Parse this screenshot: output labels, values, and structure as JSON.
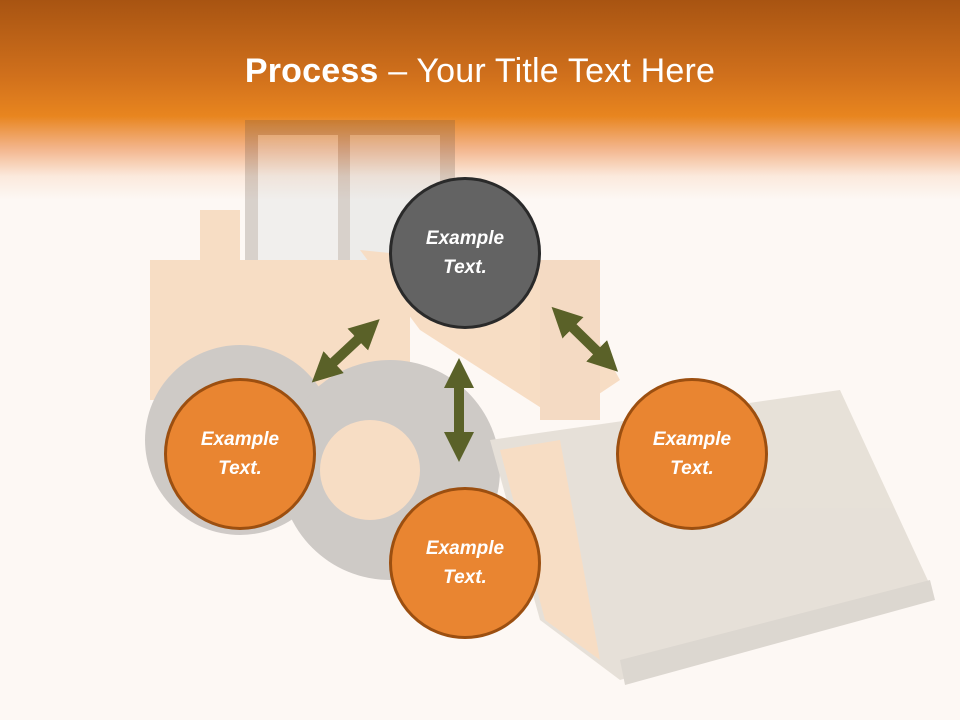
{
  "slide": {
    "title_bold": "Process",
    "title_dash": " – ",
    "title_rest": "Your Title Text Here"
  },
  "diagram": {
    "nodes": [
      {
        "id": "top",
        "label": "Example Text.",
        "color": "#636363"
      },
      {
        "id": "left",
        "label": "Example Text.",
        "color": "#e98531"
      },
      {
        "id": "bottom",
        "label": "Example Text.",
        "color": "#e98531"
      },
      {
        "id": "right",
        "label": "Example Text.",
        "color": "#e98531"
      }
    ],
    "arrow_color": "#5a6128",
    "accent_color": "#e8851f",
    "background_image": "wheel-loader-faded"
  }
}
